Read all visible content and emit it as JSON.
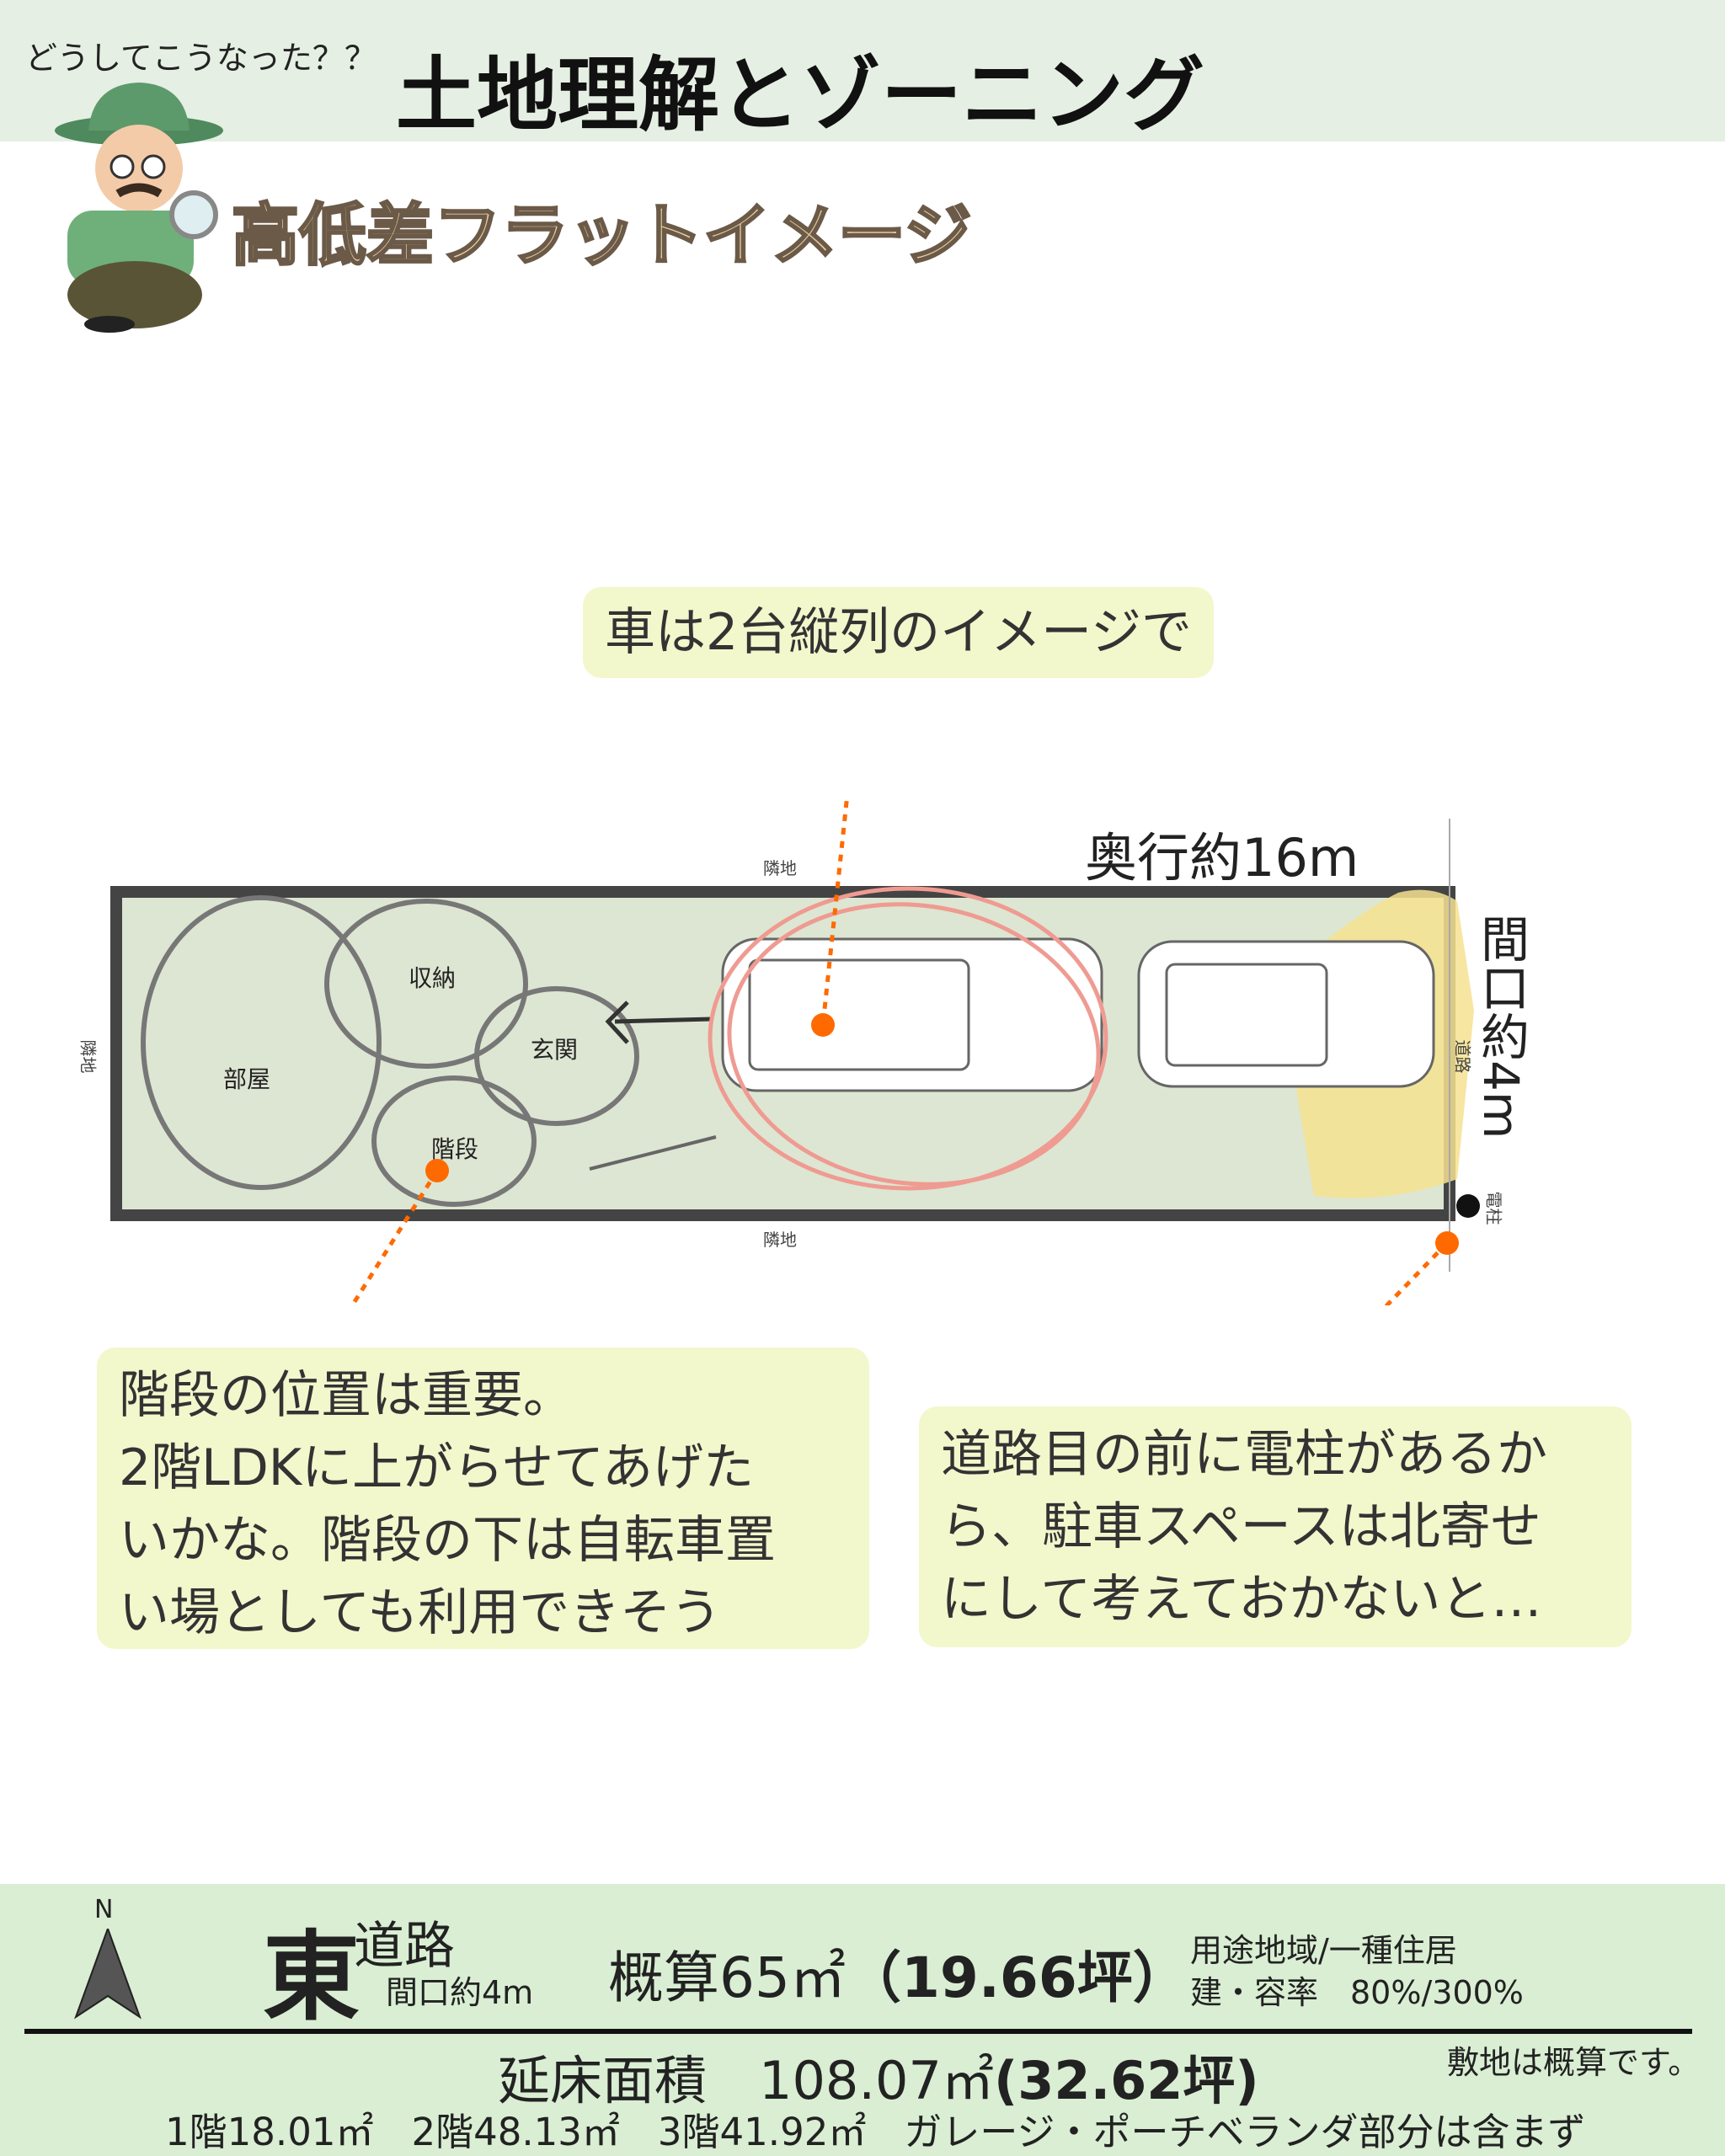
{
  "header": {
    "lead": "どうしてこうなった？？",
    "title": "土地理解とゾーニング",
    "subtitle": "高低差フラットイメージ"
  },
  "plan": {
    "neighbor_top": "隣地",
    "neighbor_bottom": "隣地",
    "neighbor_left": "隣地",
    "depth": "奥行約16m",
    "frontage": "間口約4m",
    "road": "道路",
    "pole": "電柱",
    "rooms": {
      "room": "部屋",
      "storage": "収納",
      "entrance": "玄関",
      "stairs": "階段"
    }
  },
  "callouts": {
    "cars": "車は2台縦列のイメージで",
    "stairs": [
      "階段の位置は重要。",
      "2階LDKに上がらせてあげた",
      "いかな。階段の下は自転車置",
      "い場としても利用できそう"
    ],
    "pole": [
      "道路目の前に電柱があるか",
      "ら、駐車スペースは北寄せ",
      "にして考えておかないと…"
    ]
  },
  "footer": {
    "north": "N",
    "east": "東",
    "road": "道路",
    "frontage": "間口約4m",
    "area": "概算65㎡",
    "area_tsubo": "（19.66坪）",
    "zoning": "用途地域/一種住居",
    "ratio": "建・容率　80%/300%",
    "floor_label": "延床面積　108.07㎡",
    "floor_tsubo": "(32.62坪)",
    "note": "敷地は概算です。",
    "floors": "1階18.01㎡　2階48.13㎡　3階41.92㎡　ガレージ・ポーチベランダ部分は含まず"
  },
  "colors": {
    "header_bg": "#e5efe3",
    "footer_bg": "#d9eed3",
    "accent": "#ff6a00",
    "callout": "#f3f7cc"
  }
}
